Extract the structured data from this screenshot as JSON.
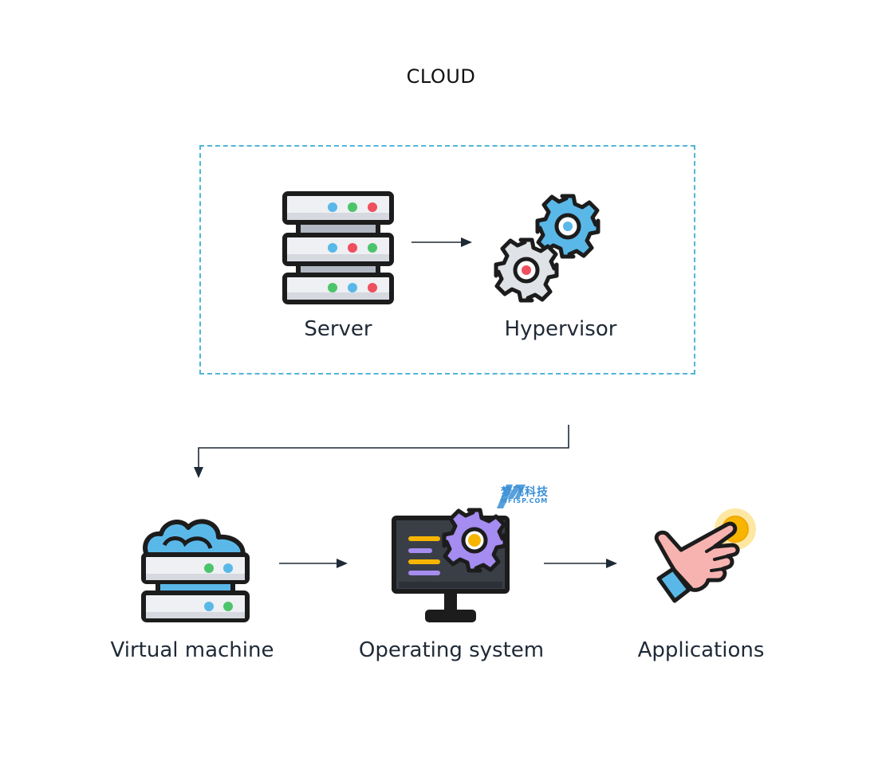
{
  "title": "CLOUD",
  "nodes": {
    "server": "Server",
    "hypervisor": "Hypervisor",
    "virtual_machine": "Virtual machine",
    "operating_system": "Operating system",
    "applications": "Applications"
  },
  "watermark": {
    "text": "梦飞科技",
    "sub": "MFISP.COM"
  },
  "colors": {
    "dashed_border": "#4fb6d8",
    "arrow": "#1f2a37",
    "blue": "#5ab8e8",
    "green": "#4cc46b",
    "red": "#ef4f5e",
    "purple": "#a58cf0",
    "orange": "#f7b500"
  }
}
